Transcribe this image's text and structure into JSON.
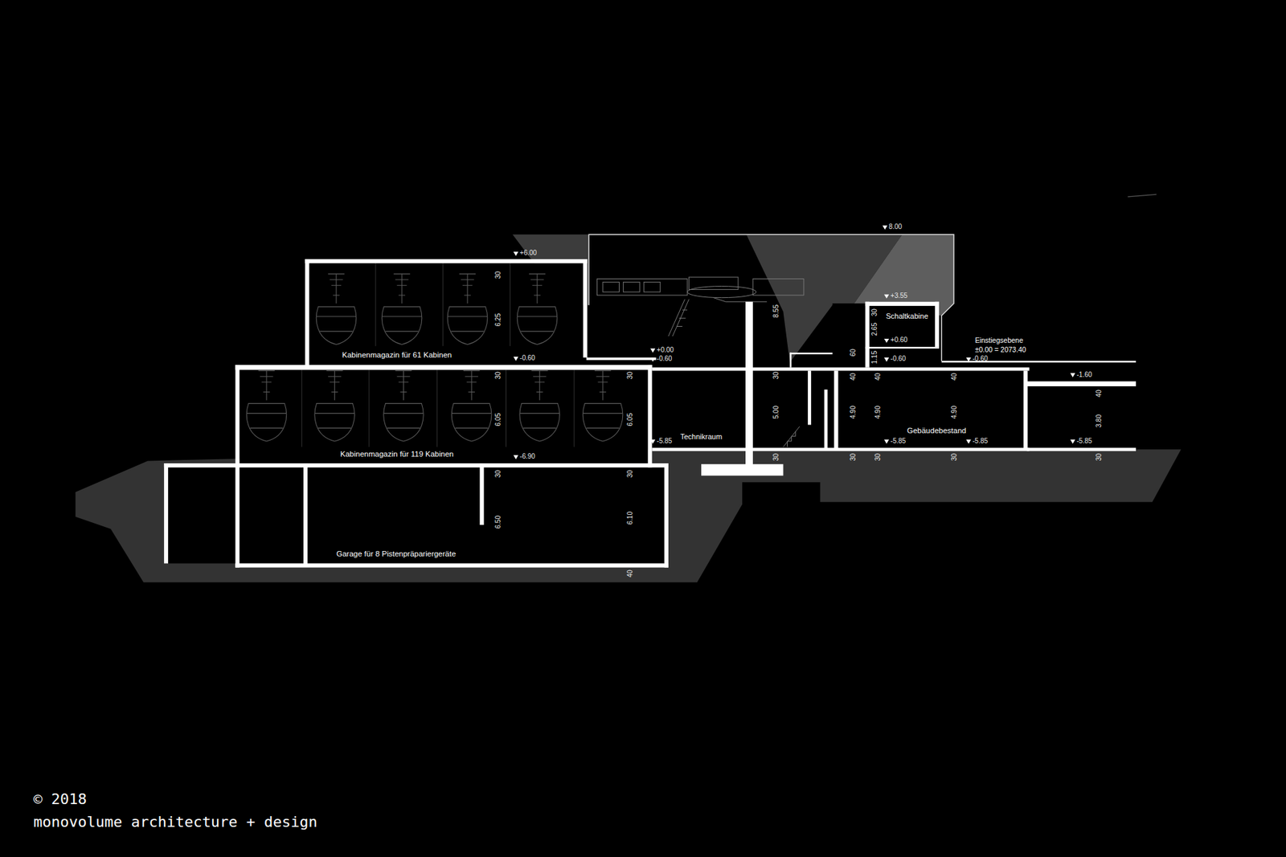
{
  "diagram": {
    "nodes": [
      {
        "text": [
          "Kabinenmagazin für 61 Kabinen"
        ]
      },
      {
        "text": [
          "Schaltkabine"
        ]
      },
      {
        "text": [
          "Kabinenmagazin für 119 Kabinen"
        ]
      },
      {
        "text": [
          "Technikraum"
        ]
      },
      {
        "text": [
          "Gebäudebestand"
        ]
      },
      {
        "text": [
          "Garage für 8 Pistenpräpariergeräte"
        ]
      }
    ],
    "edges": [],
    "labels": [
      "+6.00",
      "30",
      "6.25",
      "-0.60",
      "30",
      "6.05",
      "30",
      "6.05",
      "-6.90",
      "30",
      "6.50",
      "30",
      "6.10",
      "40",
      "+0.00",
      "-0.60",
      "-5.85",
      "8.00",
      "8.55",
      "+3.55",
      "30",
      "2.65",
      "+0.60",
      "60",
      "1.15",
      "-0.60",
      "Einstiegsebene",
      "±0.00 = 2073.40",
      "-0.60",
      "-1.60",
      "30",
      "5.00",
      "40",
      "40",
      "40",
      "4.90",
      "4.90",
      "4.90",
      "40",
      "3.80",
      "-5.85",
      "-5.85",
      "-5.85",
      "30",
      "30",
      "30",
      "30",
      "30",
      "© 2018",
      "monovolume architecture + design"
    ]
  }
}
